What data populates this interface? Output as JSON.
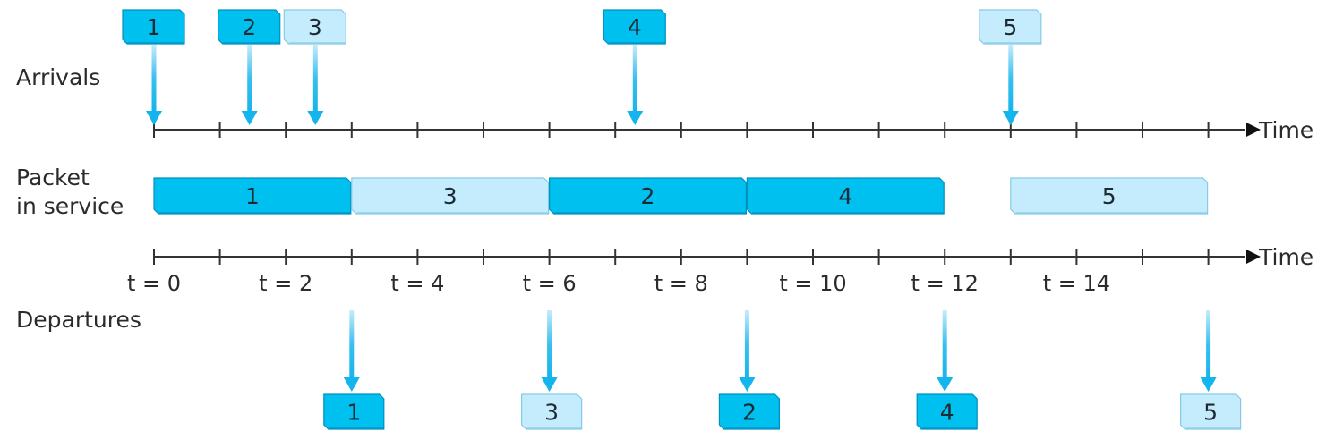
{
  "labels": {
    "arrivals": "Arrivals",
    "packet_in_service": [
      "Packet",
      "in service"
    ],
    "departures": "Departures",
    "time": "Time"
  },
  "time_ticks": [
    {
      "t": 0,
      "label": "t = 0"
    },
    {
      "t": 2,
      "label": "t = 2"
    },
    {
      "t": 4,
      "label": "t = 4"
    },
    {
      "t": 6,
      "label": "t = 6"
    },
    {
      "t": 8,
      "label": "t = 8"
    },
    {
      "t": 10,
      "label": "t = 10"
    },
    {
      "t": 12,
      "label": "t = 12"
    },
    {
      "t": 14,
      "label": "t = 14"
    }
  ],
  "arrivals": [
    {
      "packet": "1",
      "t": 0.0,
      "class": "high"
    },
    {
      "packet": "2",
      "t": 1.45,
      "class": "high"
    },
    {
      "packet": "3",
      "t": 2.45,
      "class": "low"
    },
    {
      "packet": "4",
      "t": 7.3,
      "class": "high"
    },
    {
      "packet": "5",
      "t": 13.0,
      "class": "low"
    }
  ],
  "service": [
    {
      "packet": "1",
      "start": 0,
      "end": 3,
      "class": "high"
    },
    {
      "packet": "3",
      "start": 3,
      "end": 6,
      "class": "low"
    },
    {
      "packet": "2",
      "start": 6,
      "end": 9,
      "class": "high"
    },
    {
      "packet": "4",
      "start": 9,
      "end": 12,
      "class": "high"
    },
    {
      "packet": "5",
      "start": 13,
      "end": 16,
      "class": "low"
    }
  ],
  "departures": [
    {
      "packet": "1",
      "t": 3,
      "class": "high"
    },
    {
      "packet": "3",
      "t": 6,
      "class": "low"
    },
    {
      "packet": "2",
      "t": 9,
      "class": "high"
    },
    {
      "packet": "4",
      "t": 12,
      "class": "high"
    },
    {
      "packet": "5",
      "t": 16,
      "class": "low"
    }
  ],
  "colors": {
    "high_priority": "#00c0f0",
    "high_priority_dark": "#0090c0",
    "low_priority": "#c4ecfc",
    "low_priority_dark": "#86cbe6",
    "arrow": "#14b4ec",
    "axis": "#333333"
  }
}
